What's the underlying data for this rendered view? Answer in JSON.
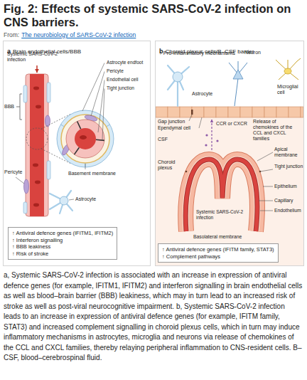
{
  "diagram": {
    "title": "Fig. 2: Effects of systemic SARS-CoV-2 infection on CNS barriers.",
    "caption": "a, Systemic SARS-CoV-2 infection is associated with an increase in expression of antiviral defence genes (for example, IFITM1, IFITM2) and interferon signalling in brain endothelial cells as well as blood–brain barrier (BBB) leakiness, which may in turn lead to an increased risk of stroke as well as post-viral neurocognitive impairment. b, Systemic SARS-CoV-2 infection leads to an increase in expression of antiviral defence genes (for example, IFITM family, STAT3) and increased complement signalling in choroid plexus cells, which in turn may induce inflammatory mechanisms in astrocytes, microglia and neurons via release of chemokines of the CCL and CXCL families, thereby relaying peripheral inflammation to CNS-resident cells. B–CSF, blood–cerebrospinal fluid.",
    "nodes": [
      {
        "text": [
          "a",
          "Brain endothelial cells/BBB"
        ]
      },
      {
        "text": [
          "↑ Antiviral defence genes (IFITM1, IFITM2)",
          "↑ Interferon signalling",
          "↑ BBB leakiness",
          "↑ Risk of stroke"
        ],
        "in": 0
      },
      {
        "text": [
          "b",
          "Choroid plexus cells/B–CSF barrier"
        ]
      },
      {
        "text": [
          "↑ Antiviral defence genes (IFITM family, STAT3)",
          "↑ Complement pathways"
        ],
        "in": 2
      }
    ],
    "labels": [
      "From:",
      "The neurobiology of SARS-CoV-2 infection",
      "Systemic SARS-CoV-2 infection",
      "BBB",
      "Astrocyte endfoot",
      "Pericyte",
      "Endothelial cell",
      "Tight junction",
      "Basement membrane",
      "Pericyte",
      "Astrocyte",
      "↑ Pro-inflammatory mechanisms",
      "Neuron",
      "Astrocyte",
      "Microglial cell",
      "Gap junction",
      "Ependymal cell",
      "CCR or CXCR",
      "Release of chemokines of the CCL and CXCL families",
      "CSF",
      "Choroid plexus",
      "Apical membrane",
      "Tight junction",
      "Epithelium",
      "Systemic SARS-CoV-2 infection",
      "Capillary",
      "Endothelium",
      "Basolateral membrane"
    ]
  }
}
